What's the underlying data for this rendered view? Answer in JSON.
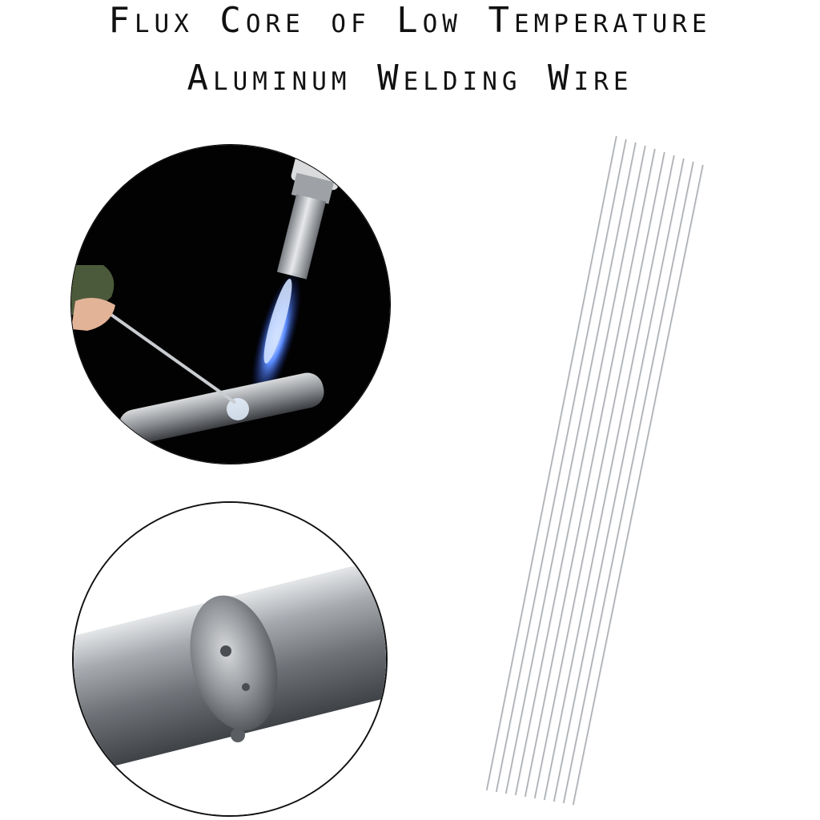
{
  "title": {
    "line1": "Flux Core of Low Temperature",
    "line2": "Aluminum Welding Wire"
  },
  "colors": {
    "background": "#ffffff",
    "title_text": "#111111",
    "flame_blue": "#3b6cff",
    "metal": "#b9bcc0"
  },
  "product": {
    "rod_count": 10
  }
}
